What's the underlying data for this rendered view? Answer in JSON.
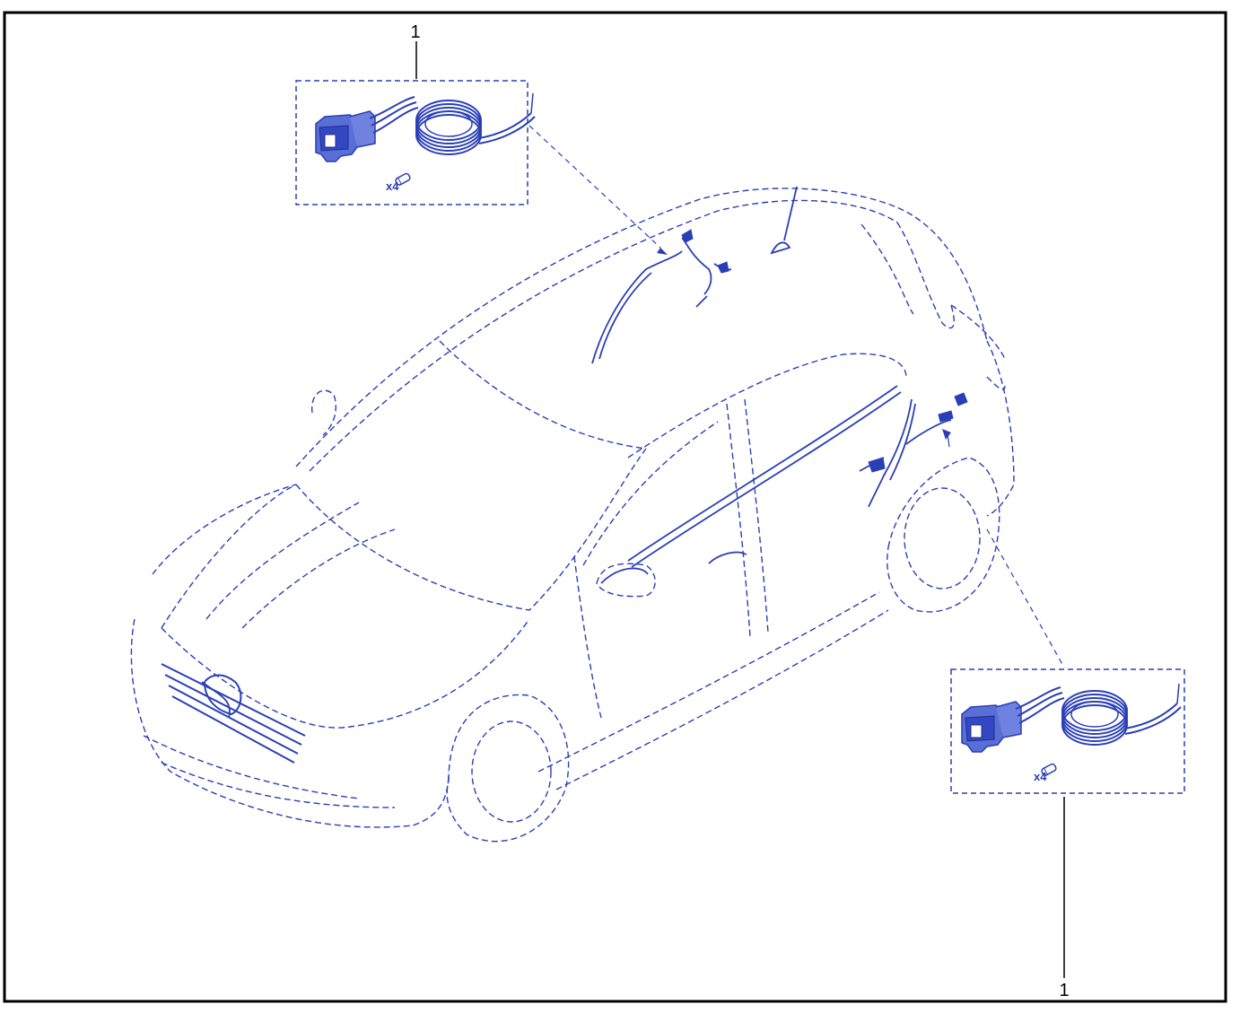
{
  "diagram": {
    "callout_top": "1",
    "callout_bottom": "1",
    "kit_top": {
      "quantity_label": "x4"
    },
    "kit_bottom": {
      "quantity_label": "x4"
    },
    "colors": {
      "line": "#2b3fb5",
      "frame": "#000000",
      "background": "#ffffff"
    }
  }
}
